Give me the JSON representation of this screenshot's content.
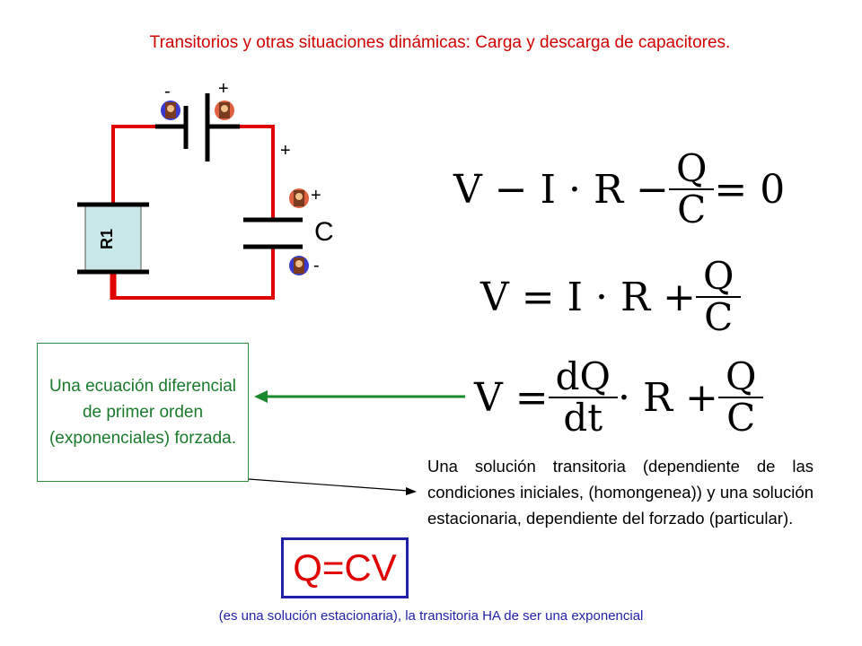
{
  "title": "Transitorios y otras situaciones dinámicas: Carga y descarga de capacitores.",
  "circuit": {
    "battery_minus": "-",
    "battery_plus": "+",
    "wire_plus": "+",
    "cap_plus": "+",
    "cap_minus": "-",
    "cap_label": "C",
    "resistor_label": "R1"
  },
  "equations": {
    "eq1_left": "V − I · R −",
    "eq1_num": "Q",
    "eq1_den": "C",
    "eq1_right": "= 0",
    "eq2_left": "V = I · R +",
    "eq2_num": "Q",
    "eq2_den": "C",
    "eq3_left": "V =",
    "eq3_num1": "dQ",
    "eq3_den1": "dt",
    "eq3_mid": "· R +",
    "eq3_num2": "Q",
    "eq3_den2": "C"
  },
  "green_box": "Una ecuación diferencial de primer orden (exponenciales) forzada.",
  "solution_text": "Una solución transitoria (dependiente de las condiciones iniciales, (homongenea)) y una solución estacionaria, dependiente del forzado (particular).",
  "qcv": "Q=CV",
  "footer": "(es una solución estacionaria), la transitoria HA de ser una exponencial",
  "colors": {
    "title": "#d00000",
    "wire": "#e00000",
    "box_border": "#2e8b3a",
    "box_text": "#1a7a2c",
    "arrow": "#1a8a2c",
    "qcv_border": "#1f1fa8",
    "qcv_text": "#e00000",
    "footer": "#1f1fa8"
  }
}
